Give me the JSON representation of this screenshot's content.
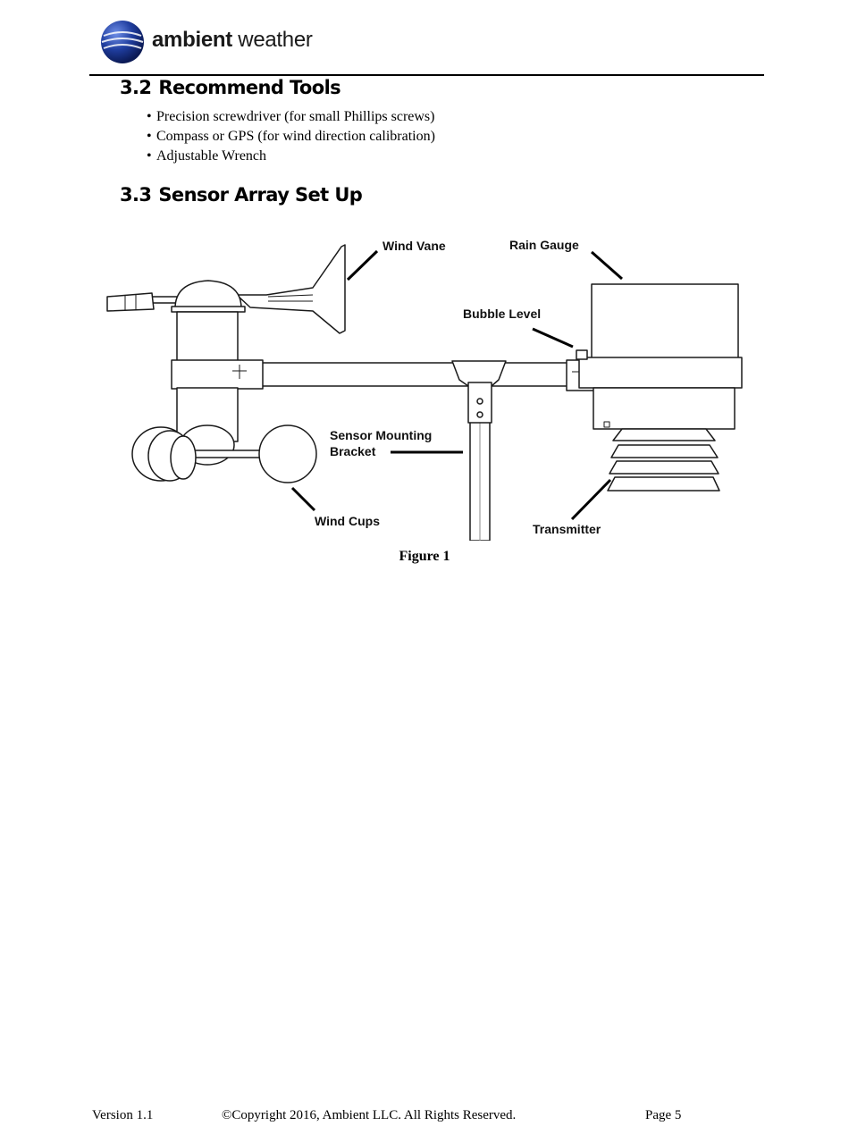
{
  "header": {
    "logo_bold": "ambient",
    "logo_regular": " weather"
  },
  "section_tools": {
    "number": "3.2",
    "title": "Recommend Tools",
    "items": [
      "Precision screwdriver (for small Phillips screws)",
      "Compass or GPS (for wind direction calibration)",
      "Adjustable Wrench"
    ]
  },
  "section_setup": {
    "number": "3.3",
    "title": "Sensor Array Set Up"
  },
  "figure": {
    "labels": {
      "wind_vane": "Wind Vane",
      "rain_gauge": "Rain Gauge",
      "bubble_level": "Bubble Level",
      "bracket_line1": "Sensor Mounting",
      "bracket_line2": "Bracket",
      "wind_cups": "Wind Cups",
      "transmitter": "Transmitter"
    },
    "caption": "Figure 1"
  },
  "footer": {
    "version": "Version 1.1",
    "copyright": "©Copyright 2016, Ambient LLC. All Rights Reserved.",
    "page": "Page 5"
  },
  "colors": {
    "logo_blue": "#1f3d9e",
    "ink": "#000000"
  }
}
